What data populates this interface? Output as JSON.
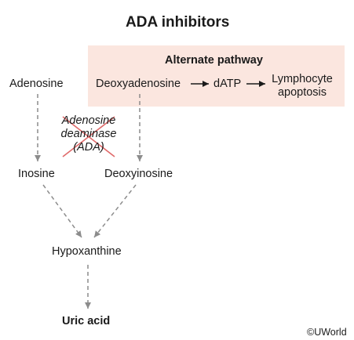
{
  "title": "ADA inhibitors",
  "alternate_pathway": {
    "heading": "Alternate pathway",
    "deoxyadenosine": "Deoxyadenosine",
    "datp": "dATP",
    "outcome_line1": "Lymphocyte",
    "outcome_line2": "apoptosis"
  },
  "nodes": {
    "adenosine": "Adenosine",
    "inosine": "Inosine",
    "deoxyinosine": "Deoxyinosine",
    "hypoxanthine": "Hypoxanthine",
    "uric_acid": "Uric acid"
  },
  "enzyme": {
    "line1": "Adenosine",
    "line2": "deaminase",
    "line3": "(ADA)",
    "inhibited": true
  },
  "colors": {
    "box_fill": "#fbe6df",
    "dashed_arrow": "#8c8c8c",
    "solid_arrow": "#1a1a1a",
    "cross": "#e06a6a"
  },
  "copyright": "©UWorld"
}
